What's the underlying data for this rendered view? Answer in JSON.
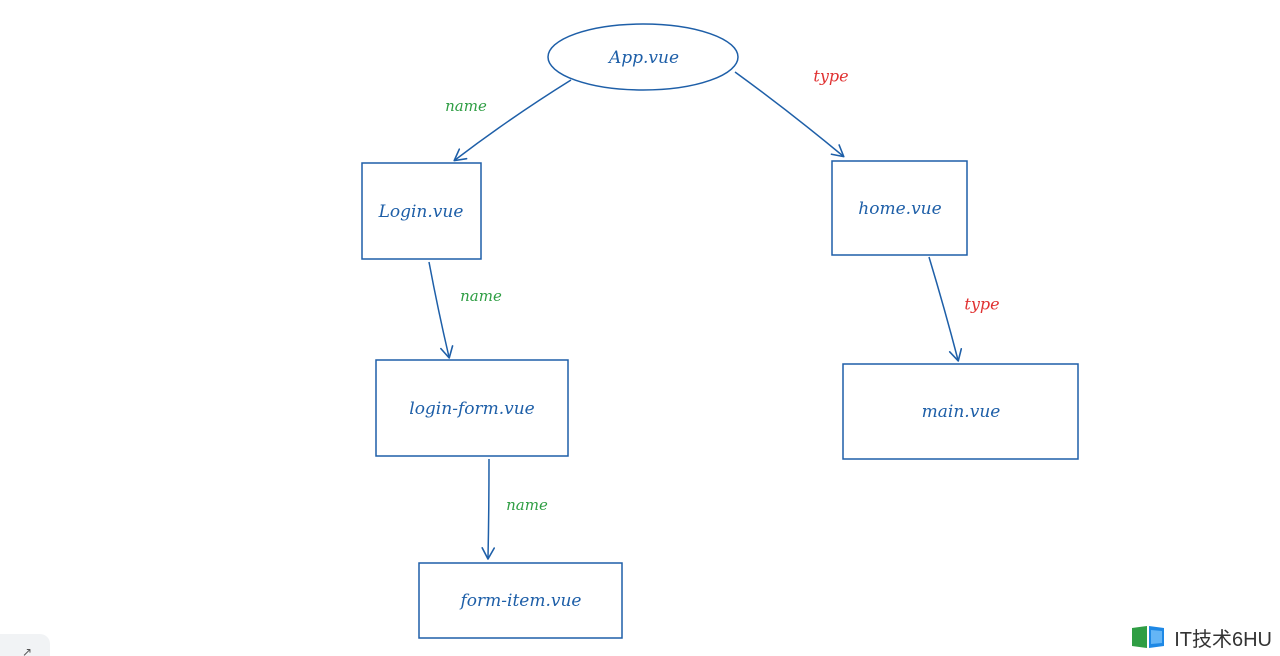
{
  "nodes": {
    "app": "App.vue",
    "login": "Login.vue",
    "home": "home.vue",
    "login_form": "login-form.vue",
    "main": "main.vue",
    "form_item": "form-item.vue"
  },
  "edges": {
    "app_login": "name",
    "app_home": "type",
    "login_loginform": "name",
    "home_main": "type",
    "loginform_formitem": "name"
  },
  "colors": {
    "stroke": "#1e5fa8",
    "name_label": "#2f9e44",
    "type_label": "#e03131"
  },
  "watermark": {
    "text": "IT技术6HU",
    "logo_icon": "open-book-icon"
  },
  "corner": {
    "glyph": "↗"
  }
}
